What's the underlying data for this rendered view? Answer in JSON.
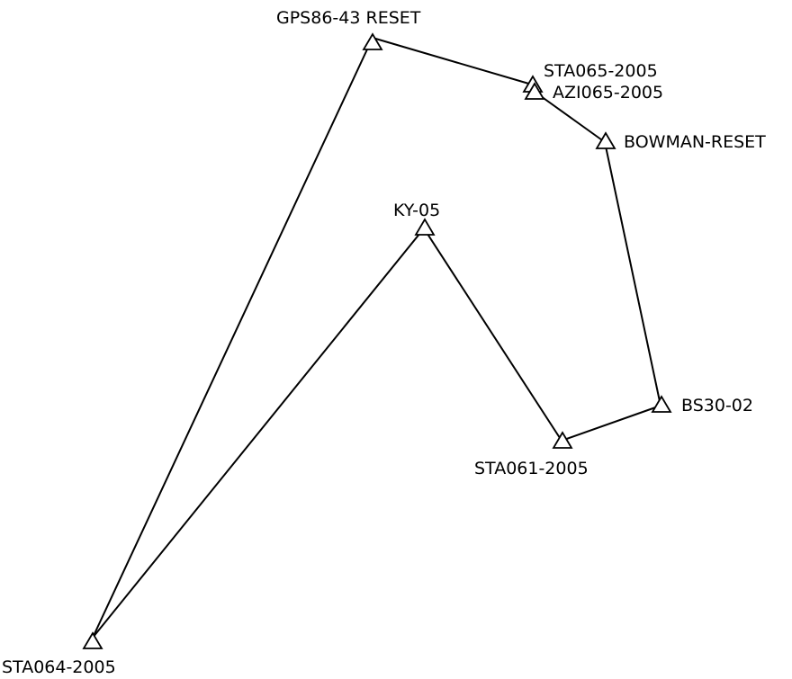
{
  "colors": {
    "background": "#ffffff",
    "line": "#000000",
    "marker": "#000000",
    "text": "#000000"
  },
  "marker_icon": "triangle-icon",
  "stations": {
    "gps86_43_reset": "GPS86-43 RESET",
    "sta065_2005": "STA065-2005",
    "azi065_2005": "AZI065-2005",
    "bowman_reset": "BOWMAN-RESET",
    "ky_05": "KY-05",
    "bs30_02": "BS30-02",
    "sta061_2005": "STA061-2005",
    "sta064_2005": "STA064-2005"
  }
}
